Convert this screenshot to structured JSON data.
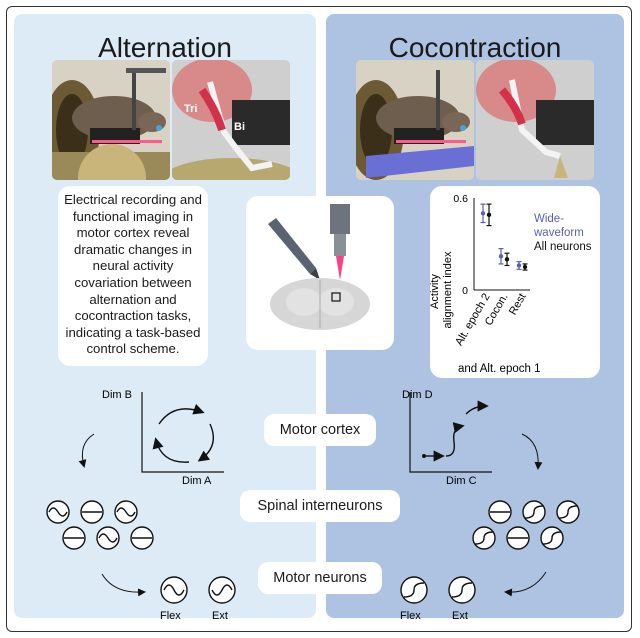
{
  "left_panel": {
    "title": "Alternation"
  },
  "right_panel": {
    "title": "Cocontraction"
  },
  "muscle_labels": {
    "tri": "Tri",
    "bi": "Bi"
  },
  "description": "Electrical recording and functional imaging in motor cortex reveal dramatic changes in neural activity covariation between alternation and cocontraction tasks, indicating a task-based control scheme.",
  "levels": {
    "motor_cortex": "Motor cortex",
    "spinal_interneurons": "Spinal interneurons",
    "motor_neurons": "Motor neurons"
  },
  "left_axes": {
    "y": "Dim B",
    "x": "Dim A"
  },
  "right_axes": {
    "y": "Dim D",
    "x": "Dim C"
  },
  "neuron_labels": {
    "flex": "Flex",
    "ext": "Ext"
  },
  "colors": {
    "left_bg": "#dcebf6",
    "right_bg": "#aec3e2",
    "wide_waveform": "#5b5fb3",
    "all_neurons": "#111111"
  },
  "chart_data": {
    "type": "scatter",
    "ylabel": "Activity alignment index",
    "ylim": [
      0,
      0.6
    ],
    "yticks": [
      "0",
      "0.6"
    ],
    "categories": [
      "Alt. epoch 2",
      "Cocon.",
      "Rest"
    ],
    "x_caption": "and Alt. epoch 1",
    "series": [
      {
        "name": "Wide-waveform",
        "color": "#5b5fb3",
        "values": [
          0.5,
          0.22,
          0.16
        ],
        "err": [
          0.06,
          0.05,
          0.025
        ]
      },
      {
        "name": "All neurons",
        "color": "#111111",
        "values": [
          0.49,
          0.2,
          0.15
        ],
        "err": [
          0.07,
          0.04,
          0.02
        ]
      }
    ],
    "legend": {
      "line1": "Wide-",
      "line2": "waveform",
      "line3": "All neurons"
    }
  }
}
